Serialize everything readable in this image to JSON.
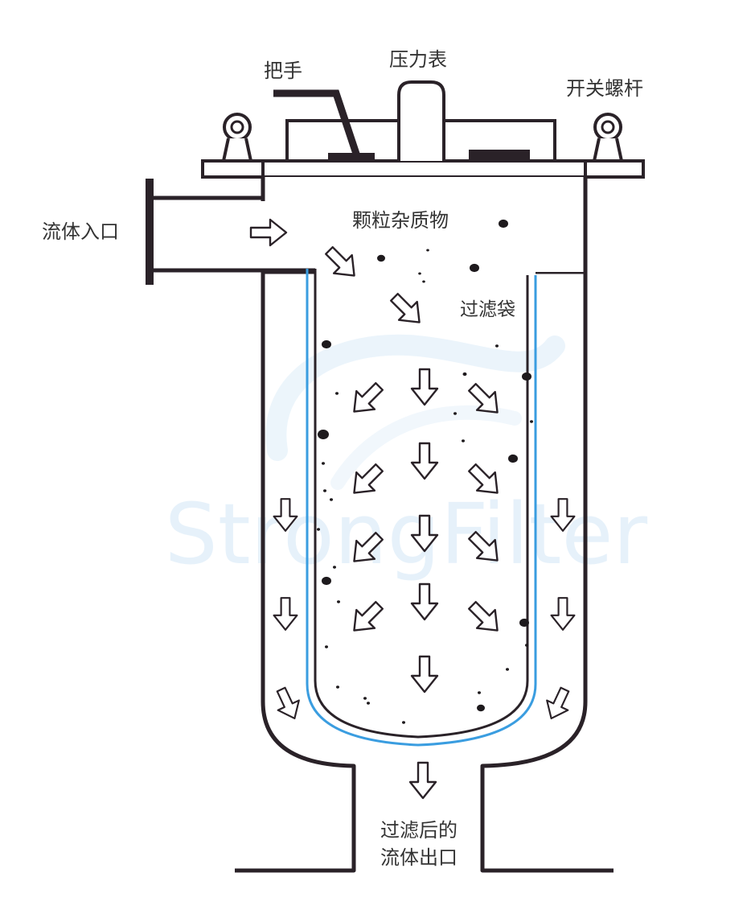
{
  "labels": {
    "handle": "把手",
    "pressure_gauge": "压力表",
    "switch_bolt": "开关螺杆",
    "fluid_inlet": "流体入口",
    "impurities": "颗粒杂质物",
    "filter_bag": "过滤袋",
    "outlet_line1": "过滤后的",
    "outlet_line2": "流体出口"
  },
  "watermark": "StrongFilter",
  "colors": {
    "outline": "#2a2228",
    "filter_bag": "#3a9de0",
    "text": "#333333",
    "watermark": "#dcecf8"
  }
}
